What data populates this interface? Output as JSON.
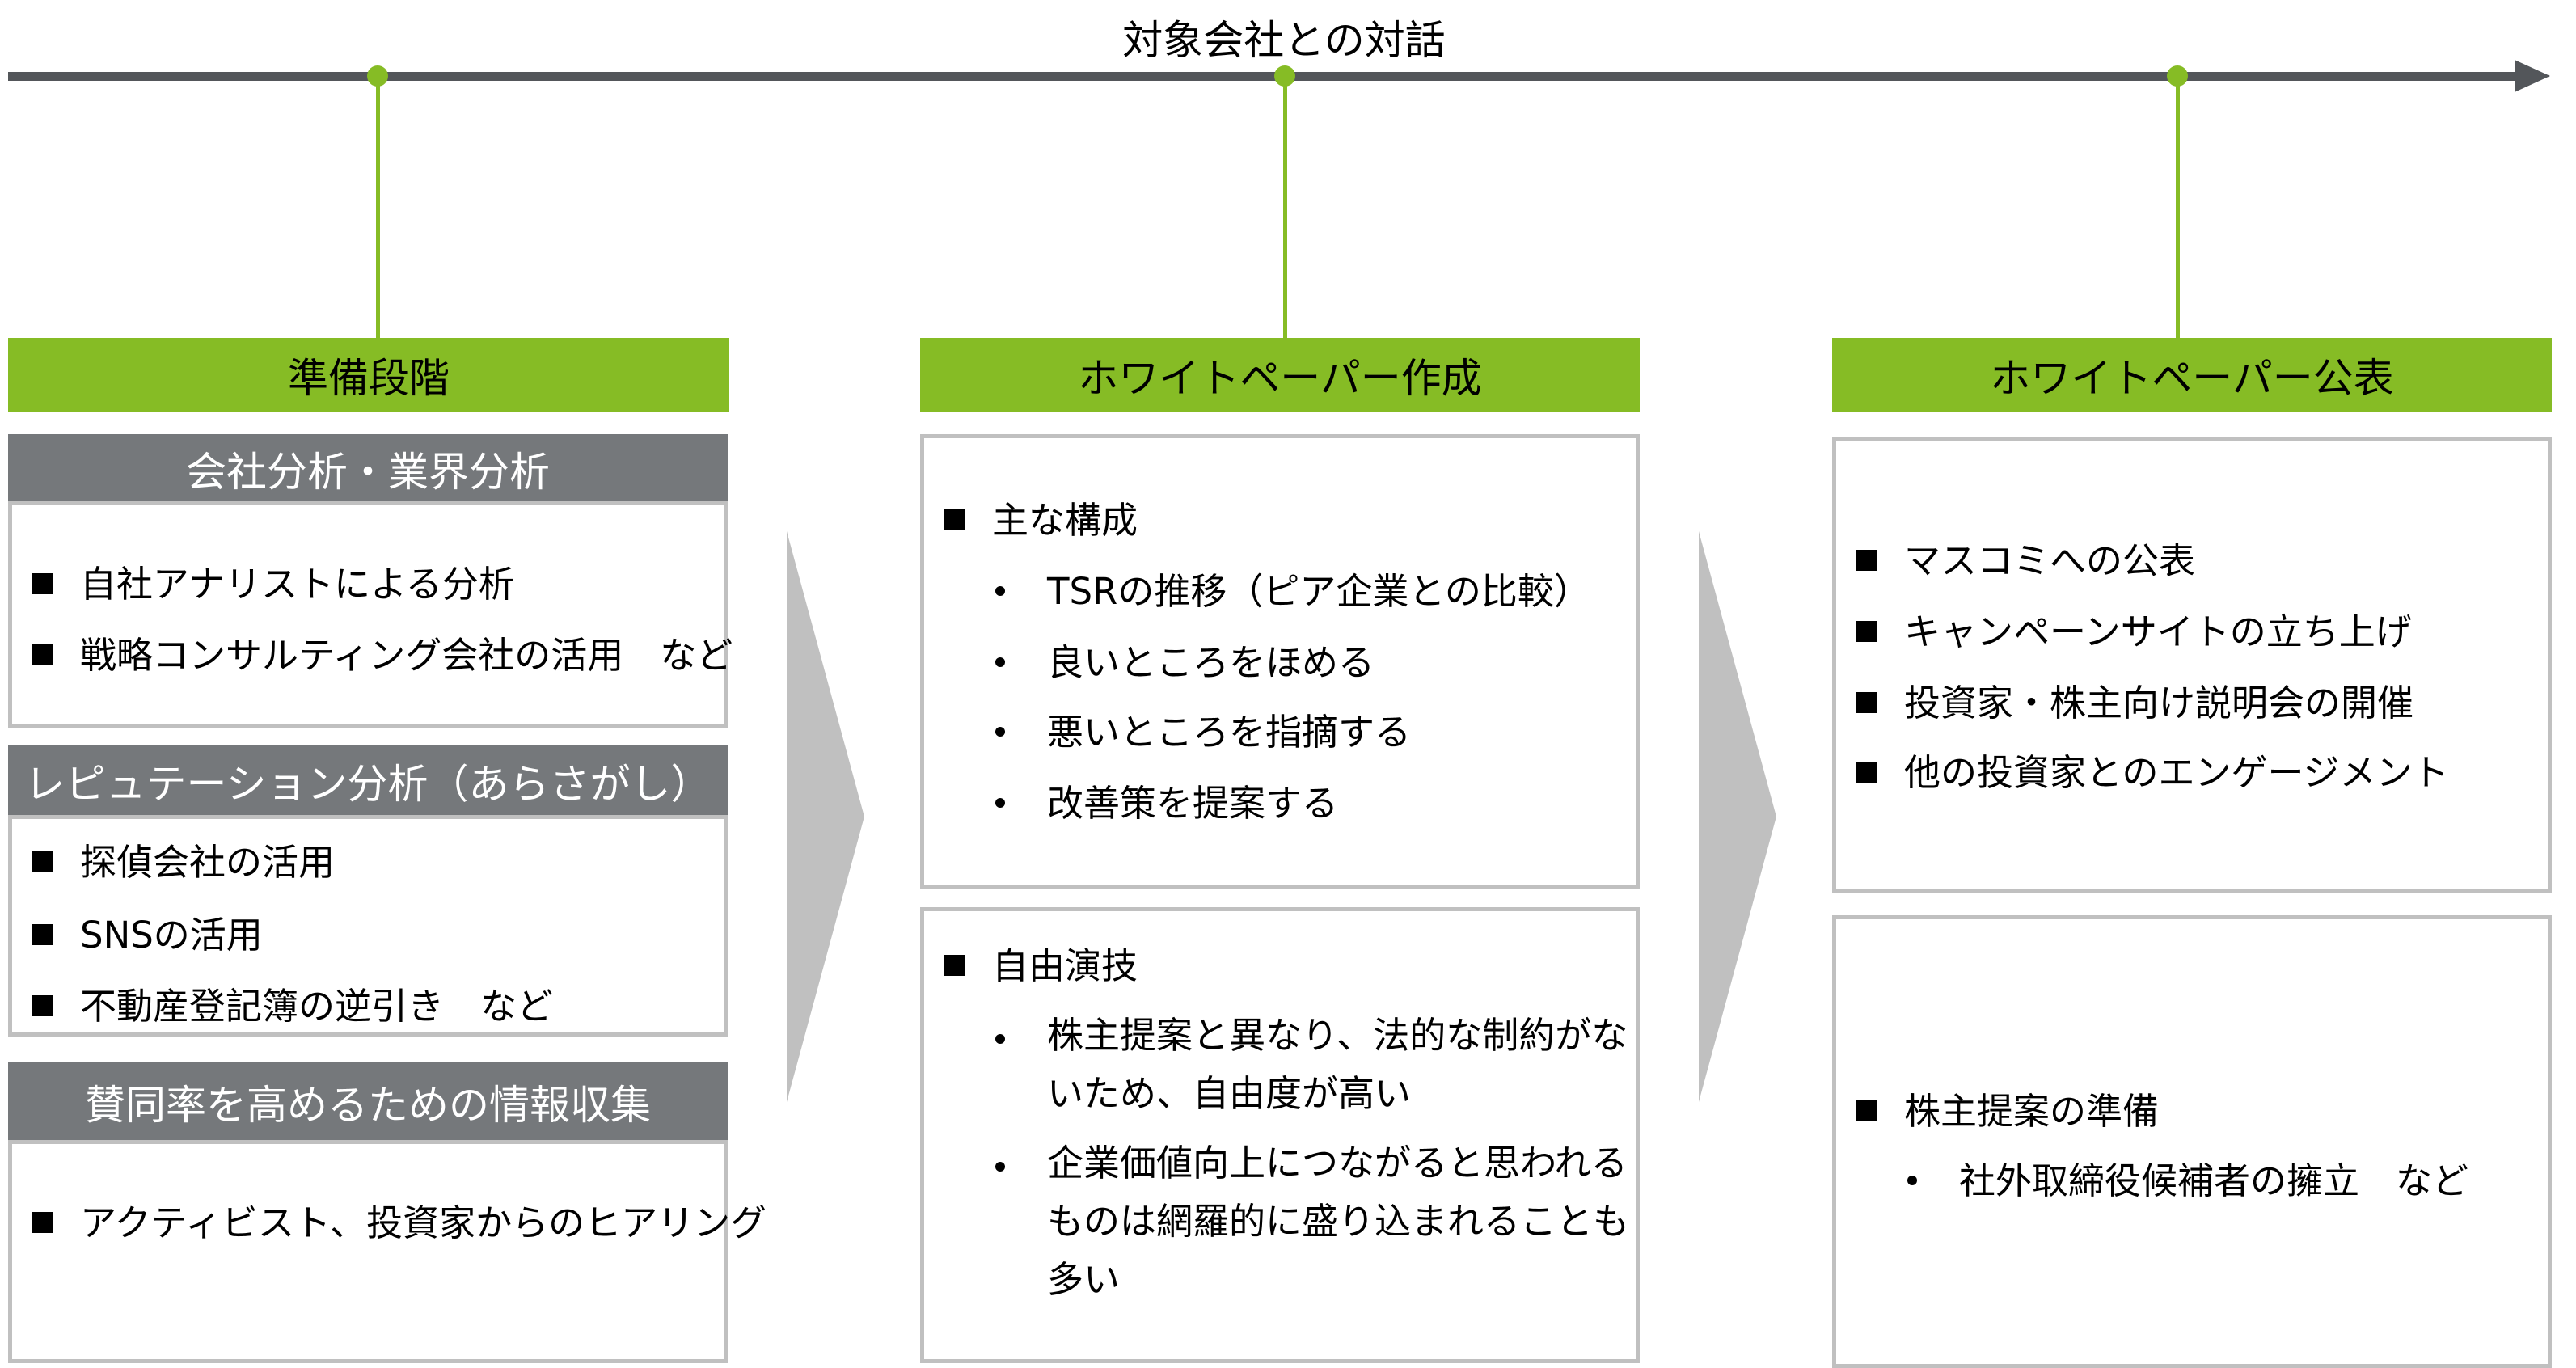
{
  "timeline": {
    "title": "対象会社との対話"
  },
  "colors": {
    "green": "#86bc25",
    "gray_header": "#75787b",
    "axis": "#53565a",
    "border": "#c0c0c0",
    "chevron": "#c0c0c0"
  },
  "phases": [
    {
      "label": "準備段階",
      "groups": [
        {
          "header": "会社分析・業界分析",
          "items": [
            "自社アナリストによる分析",
            "戦略コンサルティング会社の活用　など"
          ]
        },
        {
          "header": "レピュテーション分析（あらさがし）",
          "items": [
            "探偵会社の活用",
            "SNSの活用",
            "不動産登記簿の逆引き　など"
          ]
        },
        {
          "header": "賛同率を高めるための情報収集",
          "items": [
            "アクティビスト、投資家からのヒアリング"
          ]
        }
      ]
    },
    {
      "label": "ホワイトペーパー作成",
      "boxes": [
        {
          "title": "主な構成",
          "bullets": [
            "TSRの推移（ピア企業との比較）",
            "良いところをほめる",
            "悪いところを指摘する",
            "改善策を提案する"
          ]
        },
        {
          "title": "自由演技",
          "bullets": [
            "株主提案と異なり、法的な制約がないため、自由度が高い",
            "企業価値向上につながると思われるものは網羅的に盛り込まれることも多い"
          ]
        }
      ]
    },
    {
      "label": "ホワイトペーパー公表",
      "boxes": [
        {
          "items": [
            "マスコミへの公表",
            "キャンペーンサイトの立ち上げ",
            "投資家・株主向け説明会の開催",
            "他の投資家とのエンゲージメント"
          ]
        },
        {
          "title": "株主提案の準備",
          "bullets": [
            "社外取締役候補者の擁立　など"
          ]
        }
      ]
    }
  ]
}
